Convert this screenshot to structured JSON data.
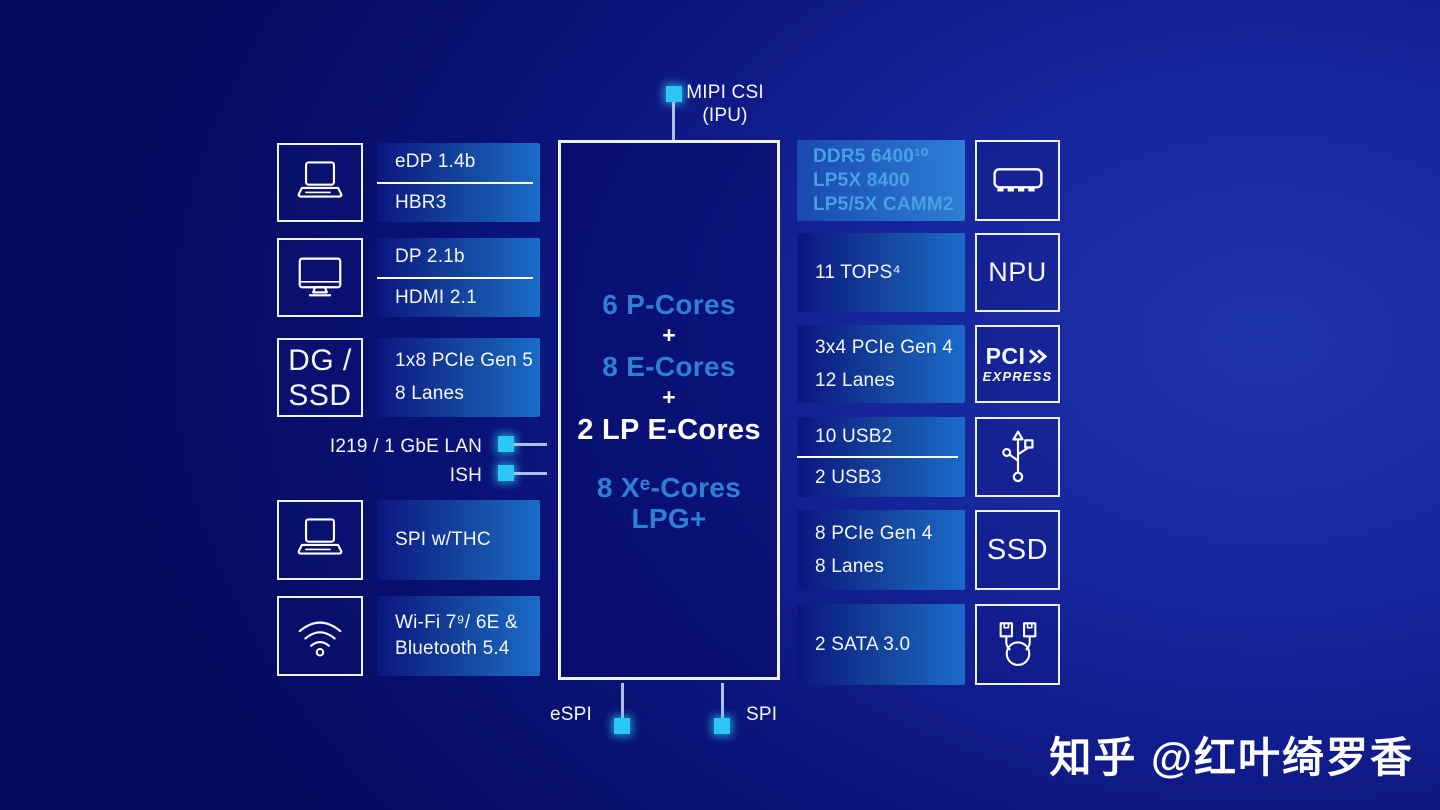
{
  "colors": {
    "accent_cyan": "#2bc6f4",
    "core_text_blue": "#2e7fd6",
    "memory_text_blue": "#47a0e6"
  },
  "top_port": {
    "label": "MIPI CSI",
    "sublabel": "(IPU)"
  },
  "soc": {
    "p_cores": "6 P-Cores",
    "plus_1": "+",
    "e_cores": "8 E-Cores",
    "plus_2": "+",
    "lp_e_cores": "2 LP E-Cores",
    "xe_cores": "8 Xᵉ-Cores",
    "xe_sub": "LPG+"
  },
  "left_column": {
    "edp": {
      "line_top": "eDP 1.4b",
      "line_bottom": "HBR3"
    },
    "dp": {
      "line_top": "DP 2.1b",
      "line_bottom": "HDMI 2.1"
    },
    "dg_ssd": {
      "box_line1": "DG /",
      "box_line2": "SSD",
      "line_top": "1x8 PCIe Gen 5",
      "line_bottom": "8 Lanes"
    },
    "lan_label": "I219 / 1 GbE LAN",
    "ish_label": "ISH",
    "spi_thc": "SPI w/THC",
    "wifi": {
      "line1": "Wi-Fi 7⁹/ 6E &",
      "line2": "Bluetooth 5.4"
    }
  },
  "right_column": {
    "memory": {
      "line1": "DDR5 6400¹⁰",
      "line2": "LP5X 8400",
      "line3": "LP5/5X CAMM2"
    },
    "npu": {
      "label": "11 TOPS⁴",
      "box": "NPU"
    },
    "pcie_12": {
      "line_top": "3x4 PCIe Gen 4",
      "line_bottom": "12 Lanes",
      "logo_top": "PCI",
      "logo_bottom": "EXPRESS"
    },
    "usb": {
      "line_top": "10 USB2",
      "line_bottom": "2 USB3"
    },
    "pcie_8": {
      "line_top": "8 PCIe Gen 4",
      "line_bottom": "8 Lanes",
      "box": "SSD"
    },
    "sata": {
      "label": "2 SATA 3.0"
    }
  },
  "bottom_ports": {
    "espi": "eSPI",
    "spi": "SPI"
  },
  "watermark": "知乎 @红叶绮罗香"
}
